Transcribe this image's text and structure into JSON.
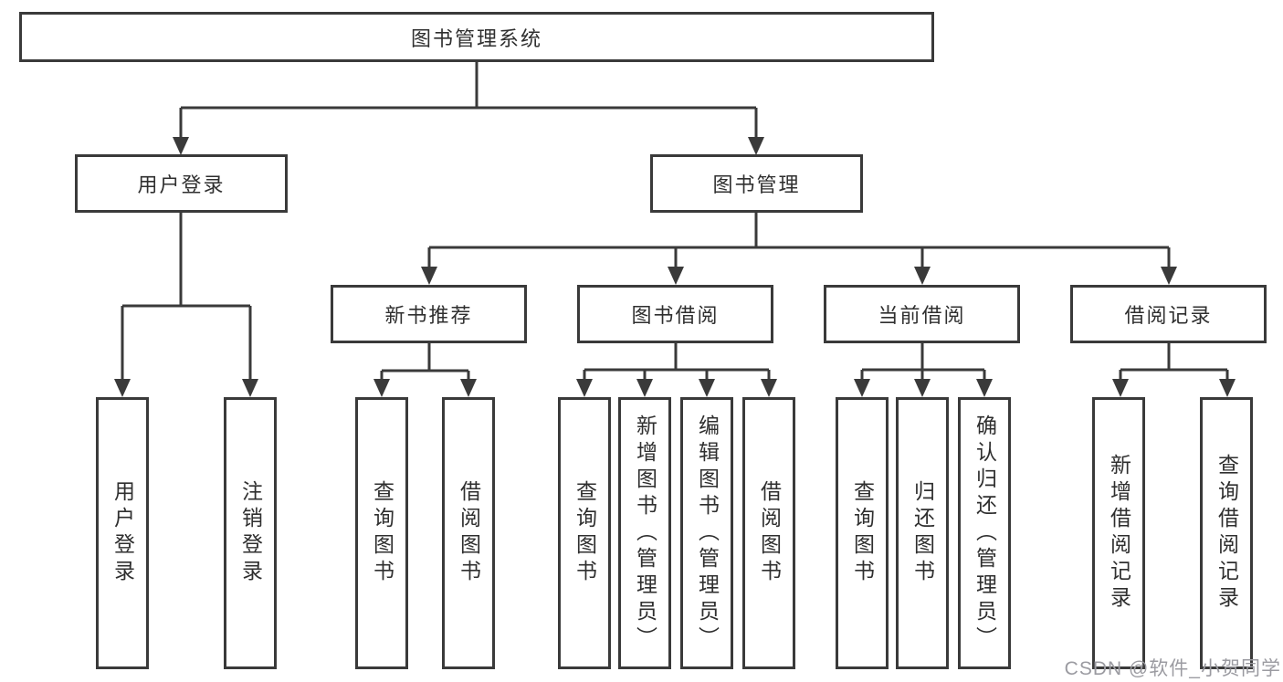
{
  "colors": {
    "line": "#3a3a3a",
    "box_border": "#3a3a3a",
    "text": "#2f2f2f",
    "watermark": "#9b9ba1",
    "background": "#ffffff"
  },
  "tree": {
    "root": {
      "label": "图书管理系统"
    },
    "branches": [
      {
        "label": "用户登录",
        "children": [
          {
            "label": "用户登录"
          },
          {
            "label": "注销登录"
          }
        ]
      },
      {
        "label": "图书管理",
        "children": [
          {
            "label": "新书推荐",
            "children": [
              {
                "label": "查询图书"
              },
              {
                "label": "借阅图书"
              }
            ]
          },
          {
            "label": "图书借阅",
            "children": [
              {
                "label": "查询图书"
              },
              {
                "label": "新增图书（管理员）"
              },
              {
                "label": "编辑图书（管理员）"
              },
              {
                "label": "借阅图书"
              }
            ]
          },
          {
            "label": "当前借阅",
            "children": [
              {
                "label": "查询图书"
              },
              {
                "label": "归还图书"
              },
              {
                "label": "确认归还（管理员）"
              }
            ]
          },
          {
            "label": "借阅记录",
            "children": [
              {
                "label": "新增借阅记录"
              },
              {
                "label": "查询借阅记录"
              }
            ]
          }
        ]
      }
    ]
  },
  "watermark": {
    "text": "CSDN @软件_小贺同学"
  }
}
